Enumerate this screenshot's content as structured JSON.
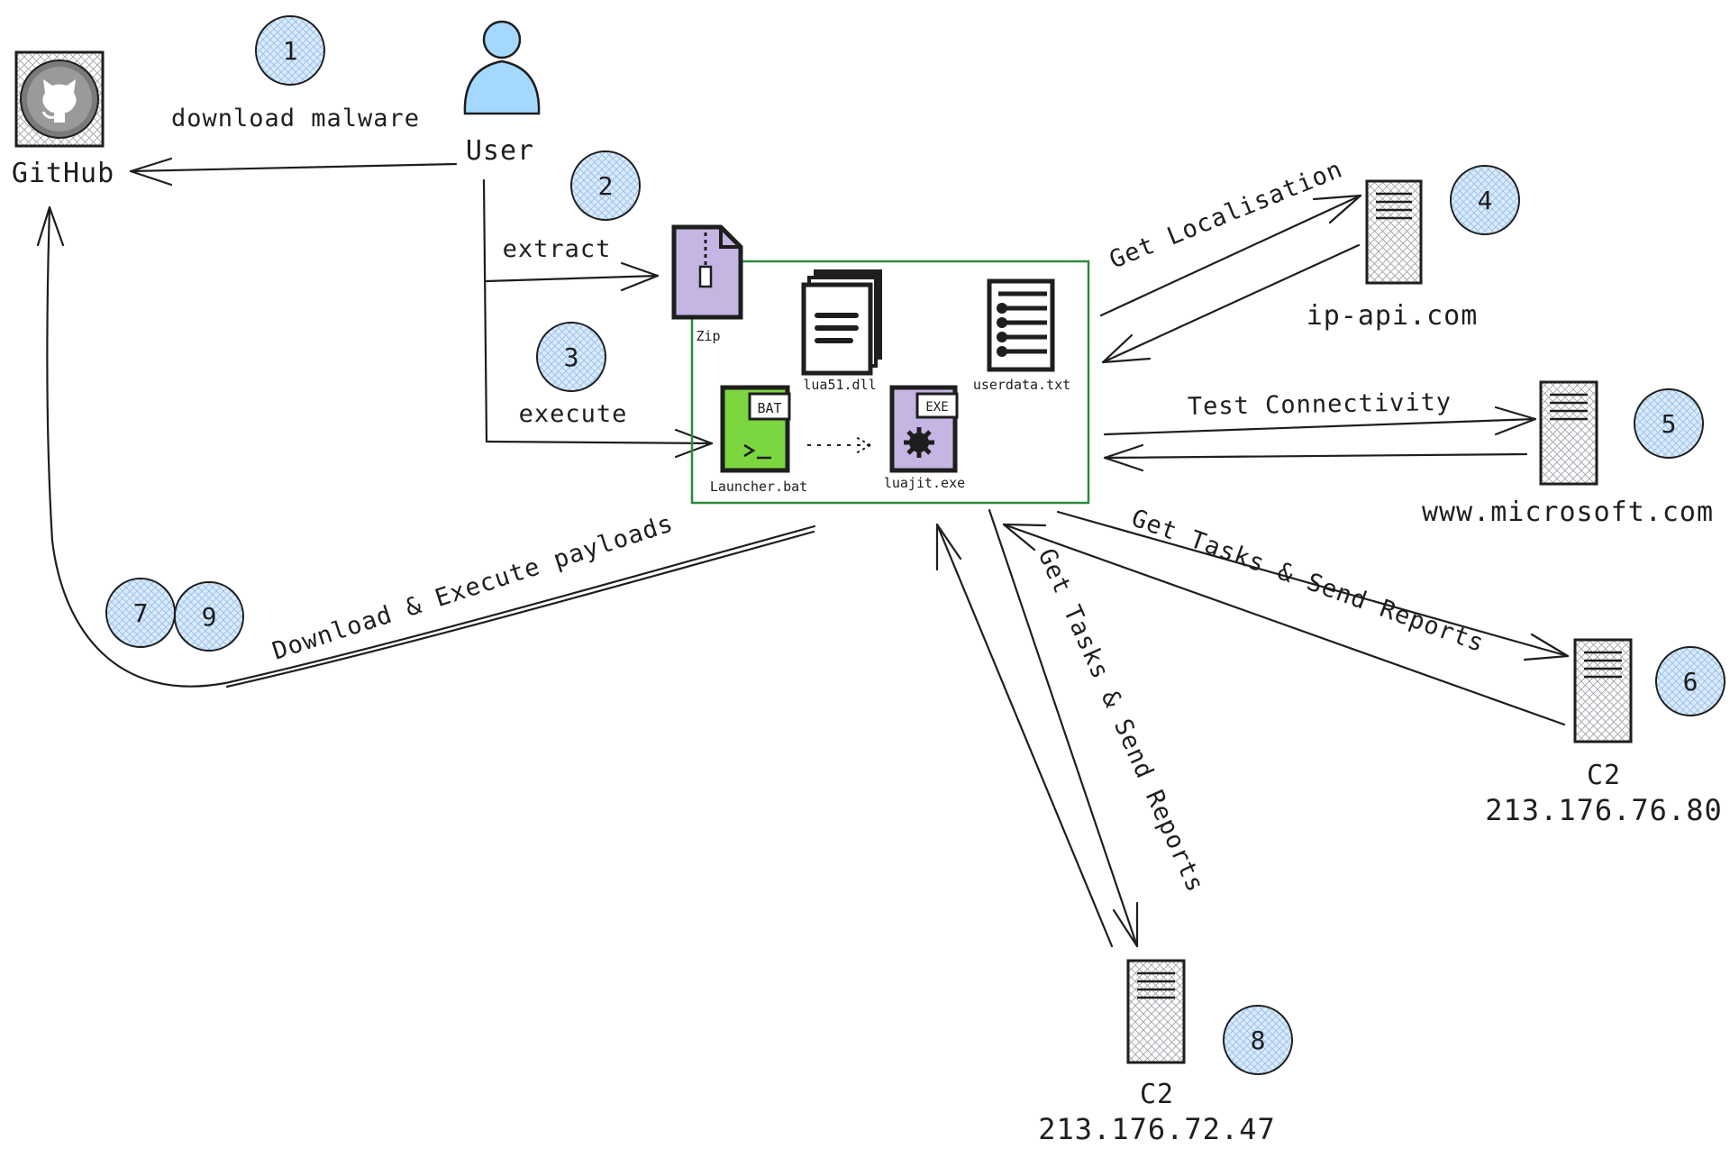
{
  "nodes": {
    "github": {
      "label": "GitHub",
      "icon": "github-octocat-icon"
    },
    "user": {
      "label": "User",
      "icon": "user-person-icon"
    },
    "zip": {
      "label": "Zip",
      "icon": "zip-archive-icon"
    },
    "lua_dll": {
      "label": "lua51.dll",
      "icon": "document-stack-icon"
    },
    "userdata": {
      "label": "userdata.txt",
      "icon": "list-document-icon"
    },
    "launcher": {
      "label": "Launcher.bat",
      "icon": "bat-file-icon",
      "tag": "BAT"
    },
    "luajit": {
      "label": "luajit.exe",
      "icon": "exe-gear-file-icon",
      "tag": "EXE"
    },
    "ipapi": {
      "label": "ip-api.com",
      "icon": "server-icon"
    },
    "microsoft": {
      "label": "www.microsoft.com",
      "icon": "server-icon"
    },
    "c2_a": {
      "label": "C2",
      "ip": "213.176.76.80",
      "icon": "server-icon"
    },
    "c2_b": {
      "label": "C2",
      "ip": "213.176.72.47",
      "icon": "server-icon"
    }
  },
  "edges": {
    "download_malware": "download malware",
    "extract": "extract",
    "execute": "execute",
    "get_localisation": "Get Localisation",
    "test_connectivity": "Test Connectivity",
    "get_tasks_a": "Get Tasks & Send Reports",
    "get_tasks_b": "Get Tasks & Send Reports",
    "download_execute": "Download & Execute payloads"
  },
  "steps": {
    "s1": "1",
    "s2": "2",
    "s3": "3",
    "s4": "4",
    "s5": "5",
    "s6": "6",
    "s7": "7",
    "s8": "8",
    "s9": "9"
  },
  "colors": {
    "stroke": "#1e1e1e",
    "badge_fill": "#dbeafc",
    "user_fill": "#a5d8ff",
    "bat_fill": "#7cd63f",
    "file_purple": "#c4b5e3",
    "box_green": "#2f8a3a",
    "github_gray": "#7a7a7a"
  }
}
